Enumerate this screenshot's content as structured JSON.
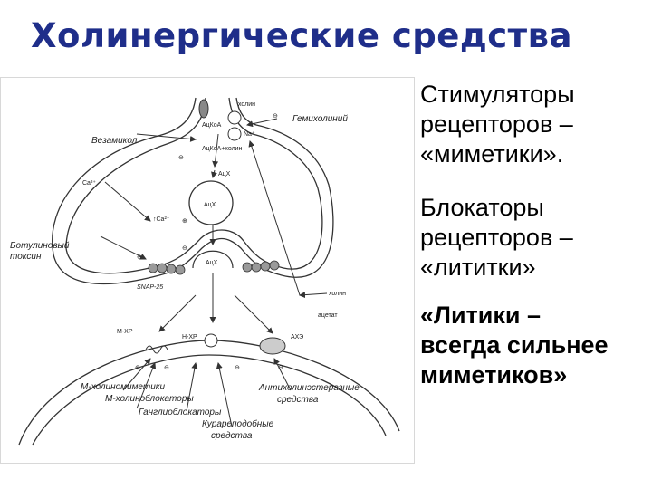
{
  "title": "Холинергические средства",
  "diagram": {
    "labels": {
      "holin_top": "холин",
      "acoa": "АцКоА",
      "na": "Na⁺",
      "gemiholinii": "Гемихолиний",
      "vezamikol": "Везамикол",
      "acoa_holin": "АцКоА+холин",
      "ach_small": "АцХ",
      "ca_ext": "Ca²⁺",
      "ca_int": "↑Ca²⁺",
      "ach_vesicle": "АцХ",
      "botulinum_1": "Ботулиновый",
      "botulinum_2": "токсин",
      "ach_release": "АцХ",
      "snap": "SNAP-25",
      "holin_right": "холин",
      "acetat": "ацетат",
      "mhr": "М-ХР",
      "nhr": "Н-ХР",
      "ahe": "АХЭ",
      "m_mimetics": "М-холиномиметики",
      "m_blockers": "М-холиноблокаторы",
      "ganglio": "Ганглиоблокаторы",
      "curare_1": "Курареподобные",
      "curare_2": "средства",
      "antiche_1": "Антихолинэстеразные",
      "antiche_2": "средства",
      "minus": "⊖",
      "plus": "⊕"
    }
  },
  "side": {
    "block1": "Стимуляторы\nрецепторов –\n«миметики».",
    "block2": "Блокаторы\nрецепторов –\n«лититки»",
    "block3": "«Литики –\nвсегда сильнее\nмиметиков»"
  }
}
